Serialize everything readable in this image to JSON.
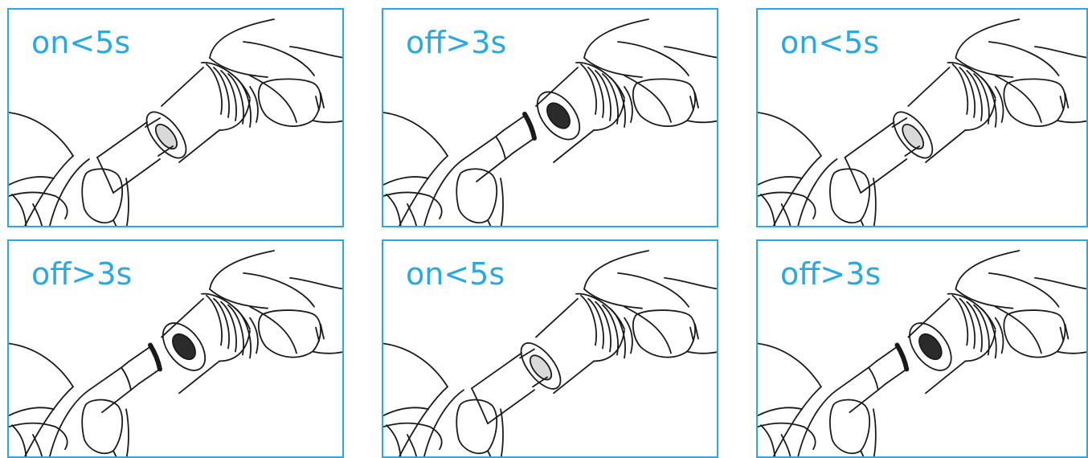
{
  "panels": [
    {
      "label": "on<5s",
      "state": "connected"
    },
    {
      "label": "off>3s",
      "state": "disconnected"
    },
    {
      "label": "on<5s",
      "state": "connected"
    },
    {
      "label": "off>3s",
      "state": "disconnected"
    },
    {
      "label": "on<5s",
      "state": "connected"
    },
    {
      "label": "off>3s",
      "state": "disconnected"
    }
  ],
  "colors": {
    "accent": "#29a9e1",
    "line": "#1a1a1a"
  }
}
